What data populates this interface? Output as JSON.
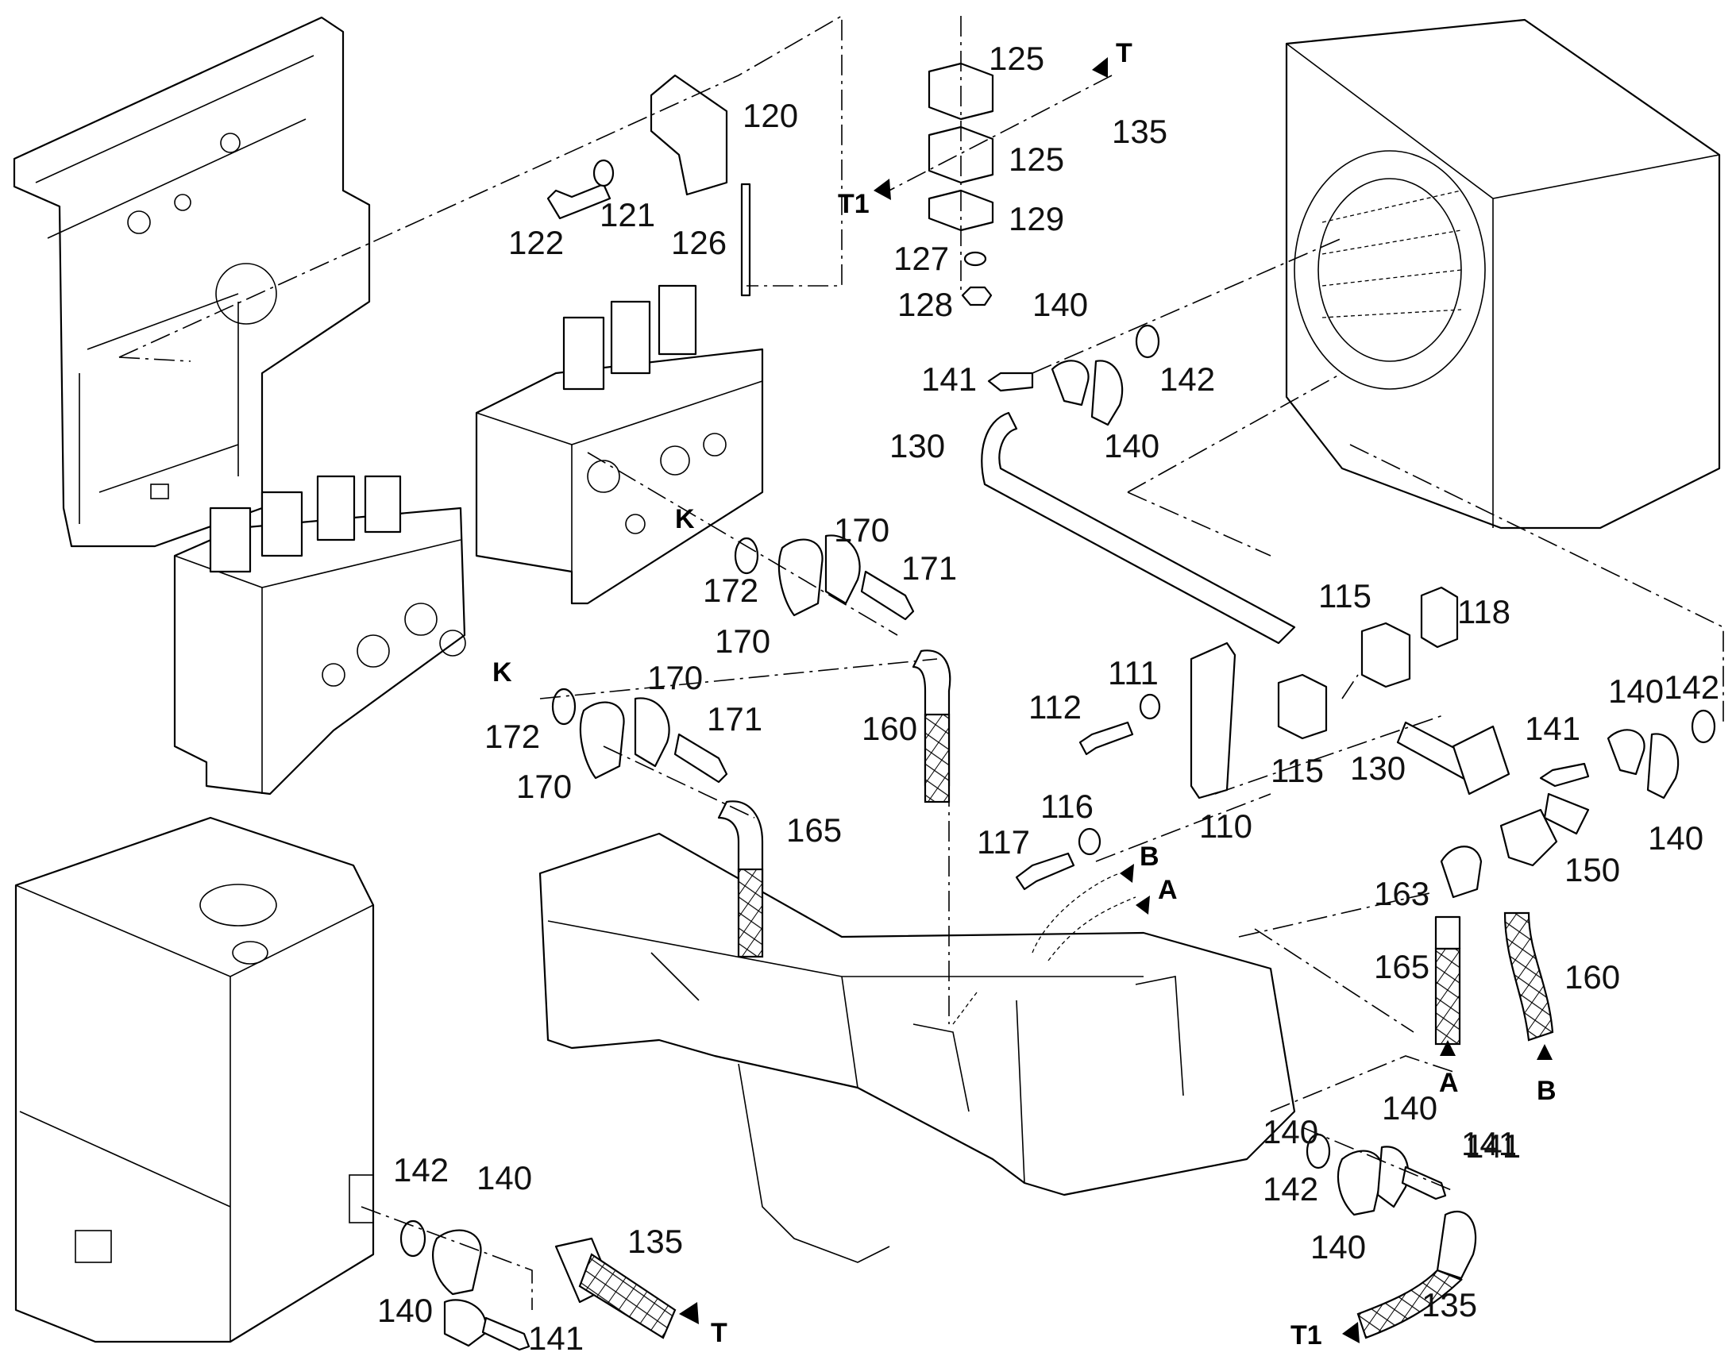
{
  "diagram": {
    "part_labels": [
      {
        "id": "l125a",
        "text": "125"
      },
      {
        "id": "l120",
        "text": "120"
      },
      {
        "id": "l135a",
        "text": "135"
      },
      {
        "id": "l125b",
        "text": "125"
      },
      {
        "id": "l122",
        "text": "122"
      },
      {
        "id": "l121",
        "text": "121"
      },
      {
        "id": "l126",
        "text": "126"
      },
      {
        "id": "l129",
        "text": "129"
      },
      {
        "id": "l127",
        "text": "127"
      },
      {
        "id": "l128",
        "text": "128"
      },
      {
        "id": "l140a",
        "text": "140"
      },
      {
        "id": "l141a",
        "text": "141"
      },
      {
        "id": "l142a",
        "text": "142"
      },
      {
        "id": "l130a",
        "text": "130"
      },
      {
        "id": "l140b",
        "text": "140"
      },
      {
        "id": "l170a",
        "text": "170"
      },
      {
        "id": "l171a",
        "text": "171"
      },
      {
        "id": "l172a",
        "text": "172"
      },
      {
        "id": "l170b",
        "text": "170"
      },
      {
        "id": "l115a",
        "text": "115"
      },
      {
        "id": "l118",
        "text": "118"
      },
      {
        "id": "l160a",
        "text": "160"
      },
      {
        "id": "l111",
        "text": "111"
      },
      {
        "id": "l112",
        "text": "112"
      },
      {
        "id": "l170c",
        "text": "170"
      },
      {
        "id": "l171b",
        "text": "171"
      },
      {
        "id": "l172b",
        "text": "172"
      },
      {
        "id": "l170d",
        "text": "170"
      },
      {
        "id": "l115b",
        "text": "115"
      },
      {
        "id": "l130b",
        "text": "130"
      },
      {
        "id": "l140c",
        "text": "140"
      },
      {
        "id": "l142b",
        "text": "142"
      },
      {
        "id": "l141b",
        "text": "141"
      },
      {
        "id": "l140d",
        "text": "140"
      },
      {
        "id": "l165a",
        "text": "165"
      },
      {
        "id": "l116",
        "text": "116"
      },
      {
        "id": "l117",
        "text": "117"
      },
      {
        "id": "l110",
        "text": "110"
      },
      {
        "id": "l150",
        "text": "150"
      },
      {
        "id": "l163",
        "text": "163"
      },
      {
        "id": "l165b",
        "text": "165"
      },
      {
        "id": "l160b",
        "text": "160"
      },
      {
        "id": "l140e",
        "text": "140"
      },
      {
        "id": "l141c",
        "text": "141"
      },
      {
        "id": "l142c",
        "text": "142"
      },
      {
        "id": "l140f",
        "text": "140"
      },
      {
        "id": "l135b",
        "text": "135"
      },
      {
        "id": "l142d",
        "text": "142"
      },
      {
        "id": "l140g",
        "text": "140"
      },
      {
        "id": "l135c",
        "text": "135"
      },
      {
        "id": "l140h",
        "text": "140"
      },
      {
        "id": "l141d",
        "text": "141"
      },
      {
        "id": "l140i",
        "text": "140"
      },
      {
        "id": "l141e",
        "text": "141"
      }
    ],
    "port_labels": [
      {
        "id": "pT1",
        "text": "T"
      },
      {
        "id": "pT1a",
        "text": "T1"
      },
      {
        "id": "pK1",
        "text": "K"
      },
      {
        "id": "pK2",
        "text": "K"
      },
      {
        "id": "pB1",
        "text": "B"
      },
      {
        "id": "pA1",
        "text": "A"
      },
      {
        "id": "pA2",
        "text": "A"
      },
      {
        "id": "pB2",
        "text": "B"
      },
      {
        "id": "pT2",
        "text": "T"
      },
      {
        "id": "pT1b",
        "text": "T1"
      }
    ]
  }
}
